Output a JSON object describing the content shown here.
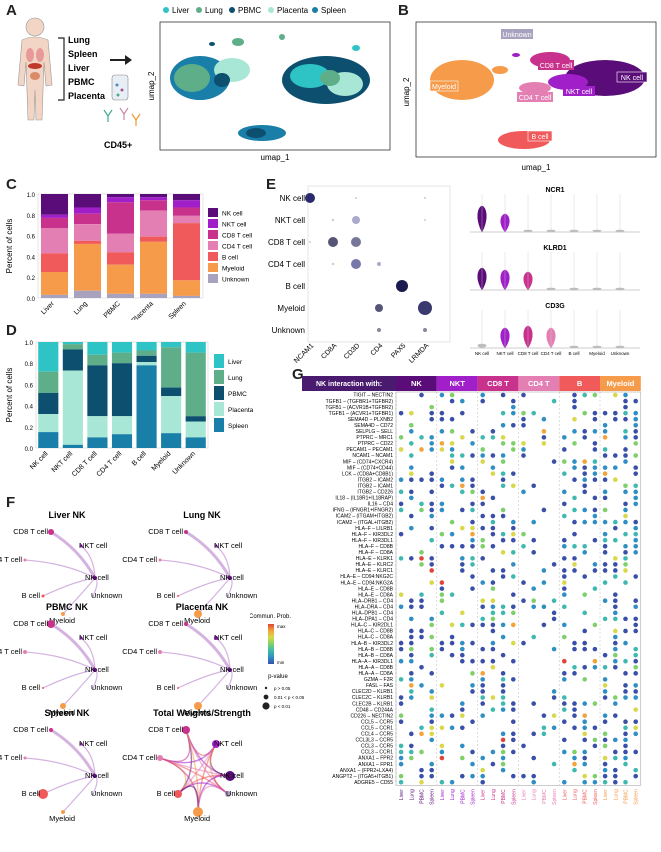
{
  "panels": {
    "A": "A",
    "B": "B",
    "C": "C",
    "D": "D",
    "E": "E",
    "F": "F",
    "G": "G"
  },
  "colors": {
    "liver": "#2ec4c6",
    "lung": "#5fae8a",
    "pbmc": "#0d4f6e",
    "placenta": "#a8e6d6",
    "spleen": "#1a7fa8",
    "nk": "#5a0d78",
    "nkt": "#a11fc9",
    "cd8t": "#c8328c",
    "cd4t": "#e47fb4",
    "bcell": "#f05a5a",
    "myeloid": "#f59b4a",
    "unknown": "#a9a2bf"
  },
  "panelA": {
    "tissues": [
      "Lung",
      "Spleen",
      "Liver",
      "PBMC",
      "Placenta"
    ],
    "cd45": "CD45+",
    "legend": [
      "Liver",
      "Lung",
      "PBMC",
      "Placenta",
      "Spleen"
    ],
    "xlabel": "umap_1",
    "ylabel": "umap_2"
  },
  "panelB": {
    "labels": [
      "Unknown",
      "Myeloid",
      "CD8 T cell",
      "NK cell",
      "CD4 T cell",
      "NKT cell",
      "B cell"
    ],
    "xlabel": "umap_1",
    "ylabel": "umap_2"
  },
  "chart_data": [
    {
      "type": "bar",
      "id": "C",
      "ylabel": "Percent of cells",
      "categories": [
        "Liver",
        "Lung",
        "PBMC",
        "Placenta",
        "Spleen"
      ],
      "yticks": [
        "1.0",
        "0.8",
        "0.6",
        "0.4",
        "0.2",
        "0.0"
      ],
      "series": [
        {
          "name": "NK cell",
          "values": [
            0.2,
            0.13,
            0.03,
            0.03,
            0.06
          ]
        },
        {
          "name": "NKT cell",
          "values": [
            0.03,
            0.06,
            0.05,
            0.03,
            0.07
          ]
        },
        {
          "name": "CD8 T cell",
          "values": [
            0.1,
            0.1,
            0.3,
            0.1,
            0.08
          ]
        },
        {
          "name": "CD4 T cell",
          "values": [
            0.24,
            0.16,
            0.18,
            0.25,
            0.07
          ]
        },
        {
          "name": "B cell",
          "values": [
            0.18,
            0.03,
            0.12,
            0.05,
            0.55
          ]
        },
        {
          "name": "Myeloid",
          "values": [
            0.22,
            0.45,
            0.28,
            0.5,
            0.15
          ]
        },
        {
          "name": "Unknown",
          "values": [
            0.03,
            0.07,
            0.04,
            0.04,
            0.02
          ]
        }
      ]
    },
    {
      "type": "bar",
      "id": "D",
      "ylabel": "Percent of cells",
      "categories": [
        "NK cell",
        "NKT cell",
        "CD8 T cell",
        "CD4 T cell",
        "B cell",
        "Myeloid",
        "Unknown"
      ],
      "yticks": [
        "1.0",
        "0.8",
        "0.6",
        "0.4",
        "0.2",
        "0.0"
      ],
      "series": [
        {
          "name": "Liver",
          "values": [
            0.28,
            0.02,
            0.12,
            0.1,
            0.08,
            0.05,
            0.1
          ]
        },
        {
          "name": "Lung",
          "values": [
            0.2,
            0.05,
            0.1,
            0.1,
            0.05,
            0.38,
            0.6
          ]
        },
        {
          "name": "PBMC",
          "values": [
            0.2,
            0.2,
            0.48,
            0.5,
            0.06,
            0.08,
            0.05
          ]
        },
        {
          "name": "Placenta",
          "values": [
            0.17,
            0.7,
            0.2,
            0.17,
            0.03,
            0.35,
            0.15
          ]
        },
        {
          "name": "Spleen",
          "values": [
            0.15,
            0.03,
            0.1,
            0.13,
            0.78,
            0.14,
            0.1
          ]
        }
      ]
    }
  ],
  "panelE": {
    "rows": [
      "NK cell",
      "NKT cell",
      "CD8 T cell",
      "CD4 T cell",
      "B cell",
      "Myeloid",
      "Unknown"
    ],
    "genes": [
      "NCAM1",
      "CD8A",
      "CD3D",
      "CD4",
      "PAX5",
      "LRMDA"
    ],
    "violin_titles": [
      "NCR1",
      "KLRD1",
      "CD3G"
    ],
    "violin_x": [
      "NK cell",
      "NKT cell",
      "CD8 T cell",
      "CD4 T cell",
      "B cell",
      "Myeloid",
      "Unknown"
    ]
  },
  "panelF": {
    "titles": [
      "Liver NK",
      "Lung NK",
      "PBMC NK",
      "Placenta NK",
      "Spleen NK",
      "Total Weights/Strength"
    ],
    "nodes": [
      "CD8 T cell",
      "NKT cell",
      "CD4 T cell",
      "NK cell",
      "B cell",
      "Unknown",
      "Myeloid"
    ]
  },
  "panelG": {
    "header": "NK interaction with:",
    "groups": [
      "NK",
      "NKT",
      "CD8 T",
      "CD4 T",
      "B",
      "Myeloid"
    ],
    "tissues": [
      "Liver",
      "Lung",
      "PBMC",
      "Spleen"
    ],
    "legend_title": "Commun. Prob.",
    "legend_max": "max",
    "legend_min": "min",
    "pval_title": "p-value",
    "pvals": [
      "p > 0.05",
      "0.01 < p < 0.05",
      "p < 0.01"
    ],
    "pairs": [
      "TIGIT – NECTIN2",
      "TGFB1 – (TGFBR1+TGFBR2)",
      "TGFB1 – (ACVR1B+TGFBR2)",
      "TGFB1 – (ACVR1+TGFBR1)",
      "SEMA4D – PLXNB2",
      "SEMA4D – CD72",
      "SELPLG – SELL",
      "PTPRC – MRC1",
      "PTPRC – CD22",
      "PECAM1 – PECAM1",
      "NCAM1 – NCAM1",
      "MIF – (CD74+CXCR4)",
      "MIF – (CD74+CD44)",
      "LCK – (CD8A+CD8B1)",
      "ITGB2 – ICAM2",
      "ITGB2 – ICAM1",
      "ITGB2 – CD226",
      "IL18 – (IL18R1+IL18RAP)",
      "IL16 – CD4",
      "IFNG – (IFNGR1+IFNGR2)",
      "ICAM2 – (ITGAM+ITGB2)",
      "ICAM2 – (ITGAL+ITGB2)",
      "HLA–F – LILRB1",
      "HLA–F – KIR3DL2",
      "HLA–F – KIR3DL1",
      "HLA–F – CD8B",
      "HLA–F – CD8A",
      "HLA–E – KLRK1",
      "HLA–E – KLRC2",
      "HLA–E – KLRC1",
      "HLA–E – CD94:NKG2C",
      "HLA–E – CD94:NKG2A",
      "HLA–E – CD8B",
      "HLA–E – CD8A",
      "HLA–DRB1 – CD4",
      "HLA–DRA – CD4",
      "HLA–DPB1 – CD4",
      "HLA–DPA1 – CD4",
      "HLA–C – KIR2DL1",
      "HLA–C – CD8B",
      "HLA–C – CD8A",
      "HLA–B – KIR3DL2",
      "HLA–B – CD8B",
      "HLA–B – CD8A",
      "HLA–A – KIR3DL1",
      "HLA–A – CD8B",
      "HLA–A – CD8A",
      "GZMA – F2R",
      "FASL – FAS",
      "CLEC2D – KLRB1",
      "CLEC2C – KLRB1",
      "CLEC2B – KLRB1",
      "CD48 – CD244A",
      "CD226 – NECTIN2",
      "CCL5 – CCR5",
      "CCL5 – CCR1",
      "CCL4 – CCR5",
      "CCL3L3 – CCR5",
      "CCL3 – CCR5",
      "CCL3 – CCR1",
      "ANXA1 – FPR2",
      "ANXA1 – FPR1",
      "ANXA1 – (FPR2+LXA4)",
      "ANGPT2 – (ITGA5+ITGB1)",
      "ADGRE5 – CD55"
    ]
  }
}
